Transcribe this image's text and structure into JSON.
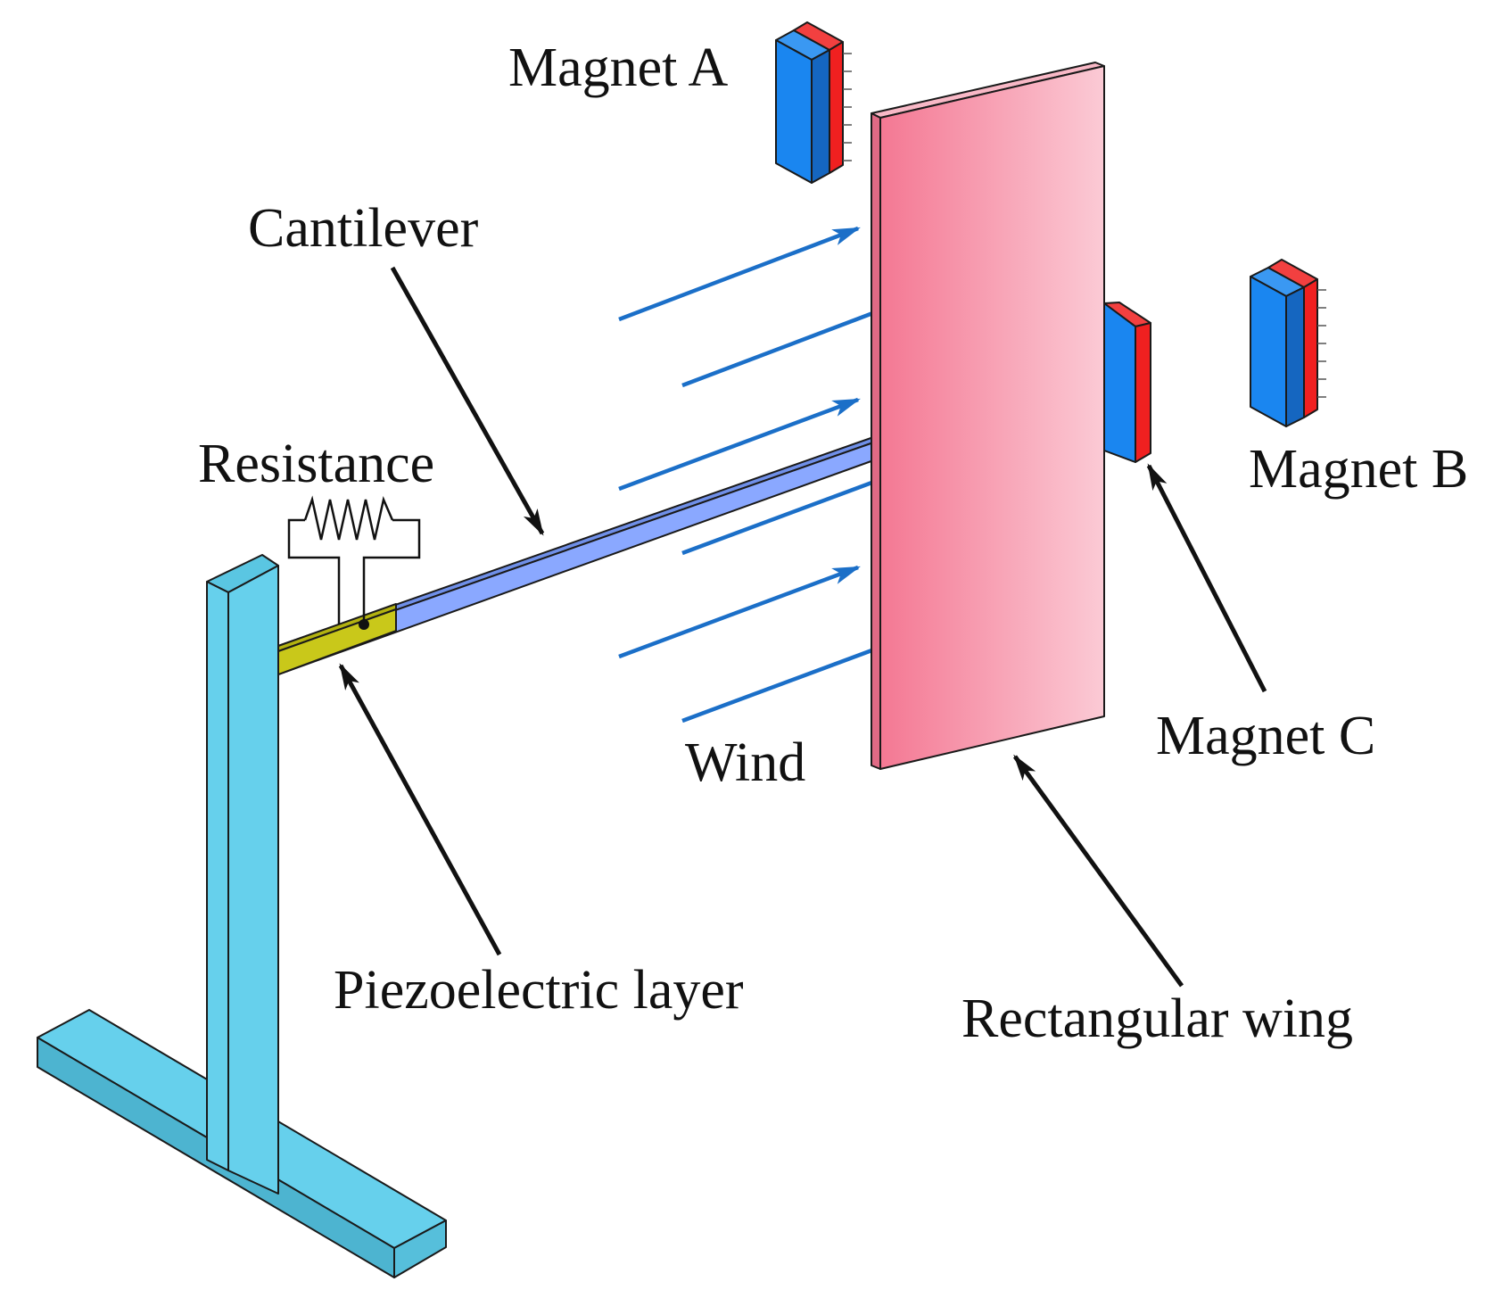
{
  "labels": {
    "magnet_a": "Magnet A",
    "magnet_b": "Magnet B",
    "magnet_c": "Magnet C",
    "cantilever": "Cantilever",
    "resistance": "Resistance",
    "wind": "Wind",
    "piezoelectric_layer": "Piezoelectric layer",
    "rectangular_wing": "Rectangular wing"
  },
  "colors": {
    "stand": "#66d0ec",
    "cantilever": "#8aa8ff",
    "piezo": "#c9c81a",
    "wing_left": "#f47893",
    "wing_right": "#fbcad5",
    "magnet_blue": "#1a86f0",
    "magnet_red": "#f02020",
    "wind_arrow": "#1b6fc8",
    "pointer": "#111111"
  },
  "icons": {
    "resistance": "resistor-zigzag-icon"
  }
}
